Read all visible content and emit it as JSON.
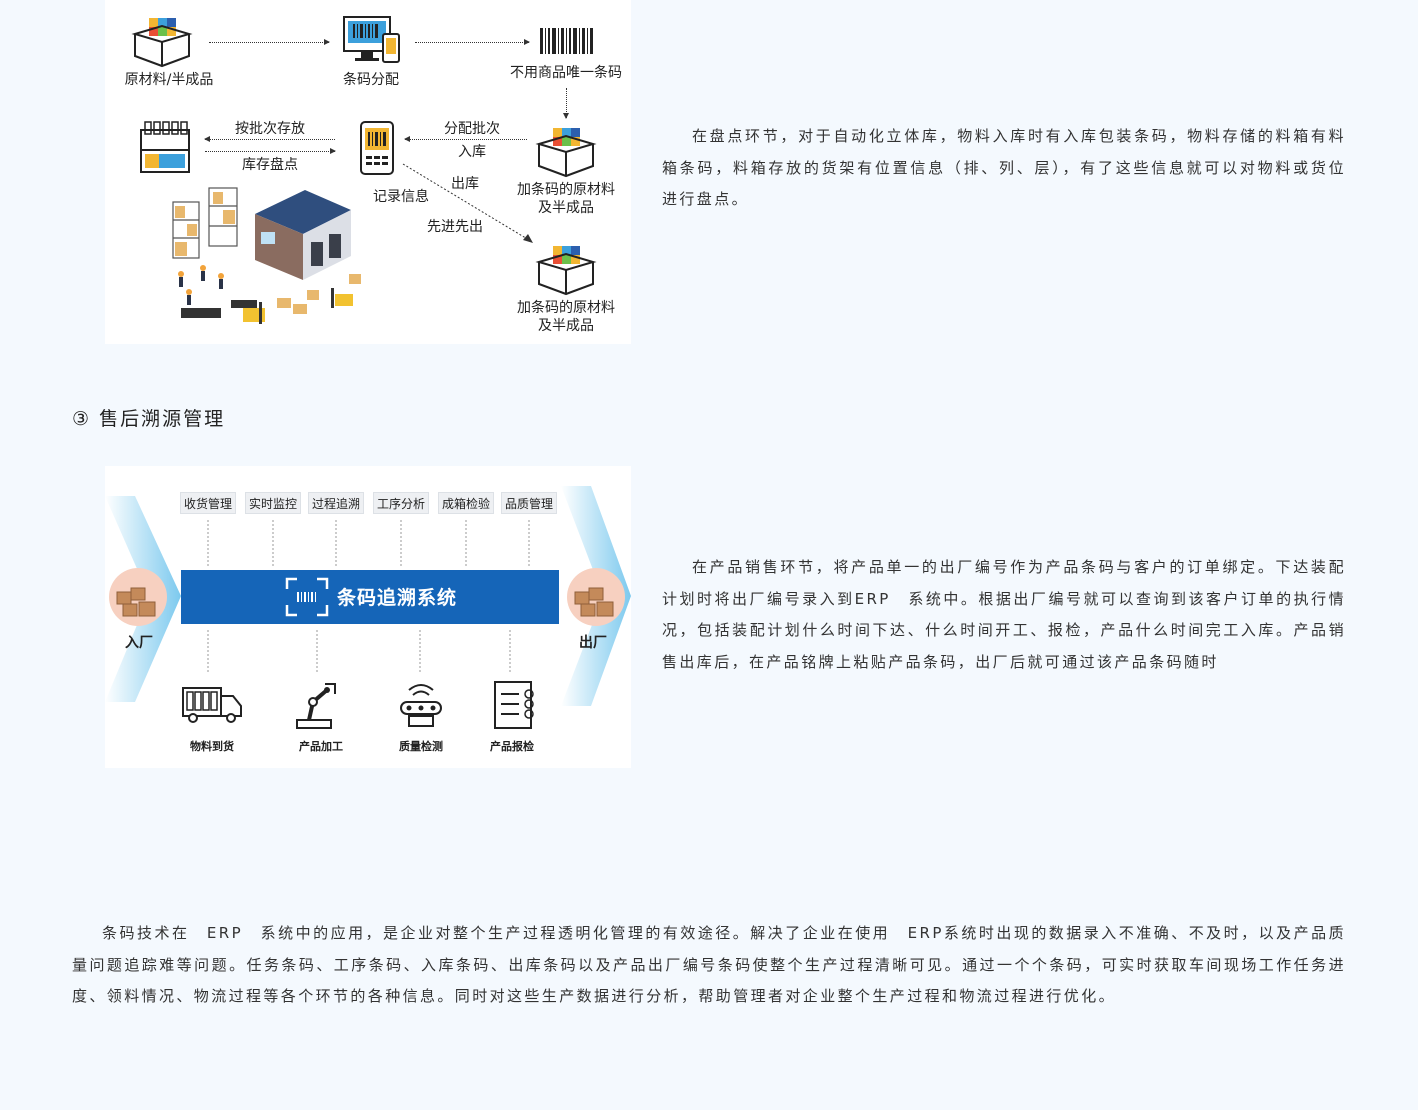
{
  "figure1": {
    "labels": {
      "raw_material": "原材料/半成品",
      "barcode_assign": "条码分配",
      "no_unique_code": "不用商品唯一条码",
      "batch_storage": "按批次存放",
      "inventory_check": "库存盘点",
      "assign_batch": "分配批次",
      "inbound": "入库",
      "record_info": "记录信息",
      "outbound": "出库",
      "fifo": "先进先出",
      "coded_material_1_line1": "加条码的原材料",
      "coded_material_1_line2": "及半成品",
      "coded_material_2_line1": "加条码的原材料",
      "coded_material_2_line2": "及半成品"
    }
  },
  "paragraph1": "在盘点环节，对于自动化立体库，物料入库时有入库包装条码，物料存储的料箱有料箱条码，料箱存放的货架有位置信息（排、列、层），有了这些信息就可以对物料或货位进行盘点。",
  "section_heading": "③ 售后溯源管理",
  "figure2": {
    "top_functions": [
      "收货管理",
      "实时监控",
      "过程追溯",
      "工序分析",
      "成箱检验",
      "品质管理"
    ],
    "system_title": "条码追溯系统",
    "left_label": "入厂",
    "right_label": "出厂",
    "bottom_steps": [
      "物料到货",
      "产品加工",
      "质量检测",
      "产品报检"
    ]
  },
  "paragraph2": "在产品销售环节，将产品单一的出厂编号作为产品条码与客户的订单绑定。下达装配计划时将出厂编号录入到ERP　系统中。根据出厂编号就可以查询到该客户订单的执行情况，包括装配计划什么时间下达、什么时间开工、报检，产品什么时间完工入库。产品销售出库后，在产品铭牌上粘贴产品条码，出厂后就可通过该产品条码随时",
  "paragraph3": "条码技术在　ERP　系统中的应用，是企业对整个生产过程透明化管理的有效途径。解决了企业在使用　ERP系统时出现的数据录入不准确、不及时，以及产品质量问题追踪难等问题。任务条码、工序条码、入库条码、出库条码以及产品出厂编号条码使整个生产过程清晰可见。通过一个个条码，可实时获取车间现场工作任务进度、领料情况、物流过程等各个环节的各种信息。同时对这些生产数据进行分析，帮助管理者对企业整个生产过程和物流过程进行优化。"
}
